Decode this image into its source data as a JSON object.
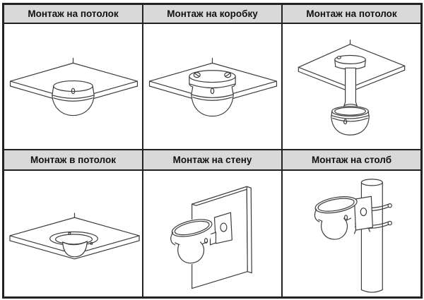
{
  "mount_table": {
    "colors": {
      "header_bg": "#d9d9d9",
      "border": "#222222",
      "line_art": "#3c3c3c",
      "background": "#ffffff"
    },
    "cells": [
      {
        "label": "Монтаж на потолок",
        "illustration": "dome-camera-ceiling-surface-mount"
      },
      {
        "label": "Монтаж на коробку",
        "illustration": "dome-camera-junction-box-mount"
      },
      {
        "label": "Монтаж на потолок",
        "illustration": "dome-camera-ceiling-pendant-mount"
      },
      {
        "label": "Монтаж в потолок",
        "illustration": "dome-camera-in-ceiling-flush-mount"
      },
      {
        "label": "Монтаж на стену",
        "illustration": "dome-camera-wall-mount"
      },
      {
        "label": "Монтаж на столб",
        "illustration": "dome-camera-pole-mount"
      }
    ]
  }
}
